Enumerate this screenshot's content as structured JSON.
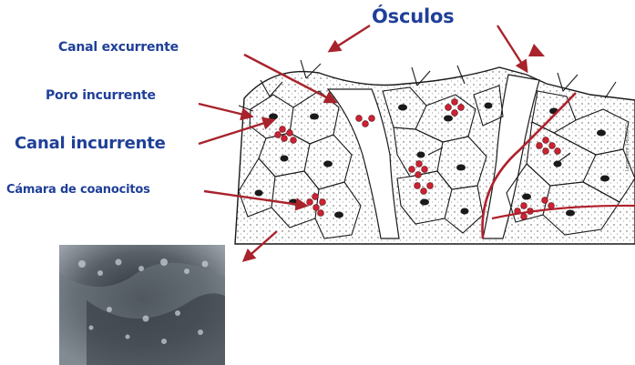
{
  "title": "Ósculos",
  "labels": {
    "canal_excurrente": "Canal excurrente",
    "poro_incurrente": "Poro incurrente",
    "canal_incurrente": "Canal incurrente",
    "camara_coanocitos": "Cámara de coanocitos"
  },
  "side_credit": "Longshore 1-800EAC",
  "colors": {
    "label_text": "#1f3f99",
    "arrows": "#a8232c",
    "choanocytes": "#cc2233",
    "outline": "#1a1a1a"
  }
}
